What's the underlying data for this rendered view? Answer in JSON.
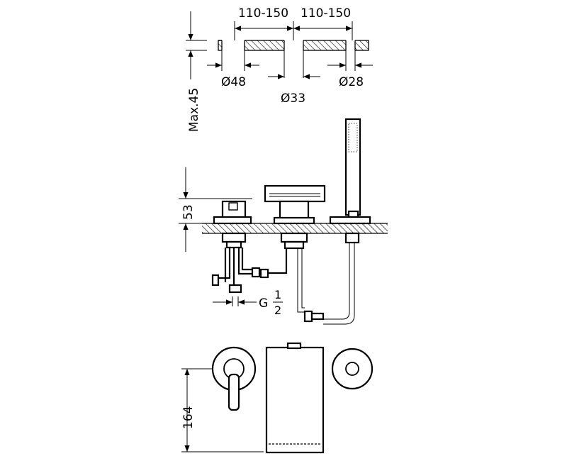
{
  "dimensions": {
    "spacing_left": "110-150",
    "spacing_right": "110-150",
    "max_thickness": "Max.45",
    "dia_left": "Ø48",
    "dia_center": "Ø33",
    "dia_right": "Ø28",
    "height_above_deck": "53",
    "thread_prefix": "G",
    "thread_num": "1",
    "thread_den": "2",
    "front_height": "164"
  }
}
